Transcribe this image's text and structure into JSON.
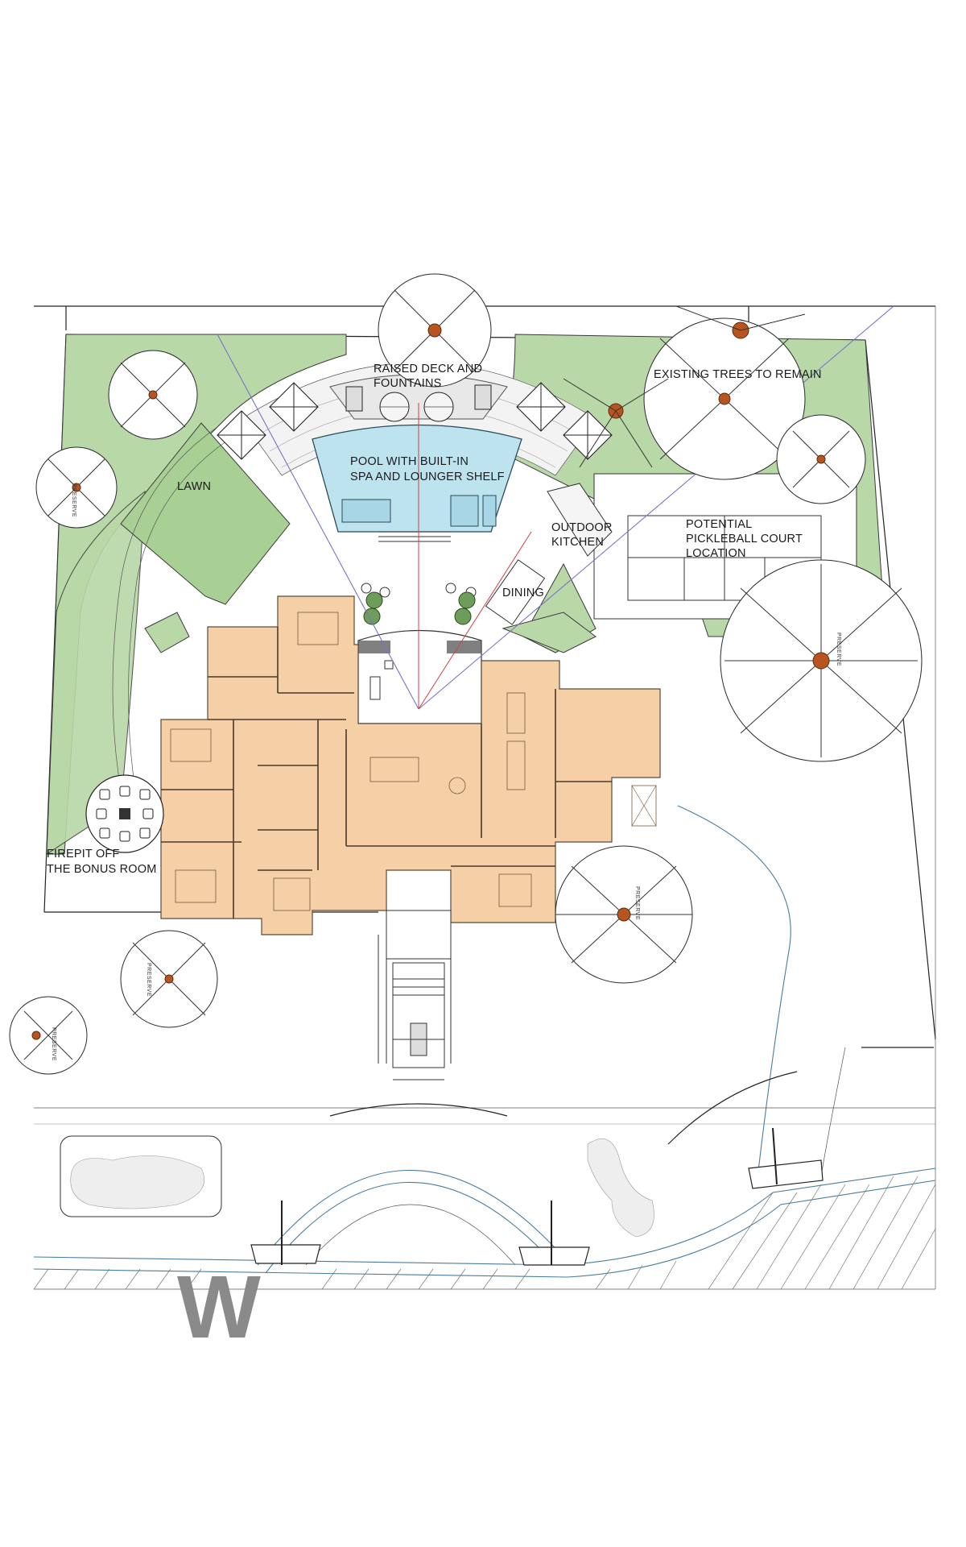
{
  "plan": {
    "labels": {
      "raised_deck": [
        "RAISED DECK AND",
        "FOUNTAINS"
      ],
      "existing_trees": "EXISTING TREES TO REMAIN",
      "lawn": "LAWN",
      "pool": [
        "POOL WITH BUILT-IN",
        "SPA AND LOUNGER SHELF"
      ],
      "outdoor_kitchen": [
        "OUTDOOR",
        "KITCHEN"
      ],
      "pickleball": [
        "POTENTIAL",
        "PICKLEBALL COURT",
        "LOCATION"
      ],
      "dining": "DINING",
      "firepit": [
        "FIREPIT OFF",
        "THE BONUS ROOM"
      ],
      "preserve": "PRESERVE"
    },
    "colors": {
      "lawn": "#b8d8a8",
      "house": "#f5cfa6",
      "pool": "#bde3ef",
      "tree_trunk": "#b8541f",
      "sight_line_blue": "#7a72c8",
      "sight_line_red": "#d0404a"
    },
    "logo_letter": "W"
  }
}
